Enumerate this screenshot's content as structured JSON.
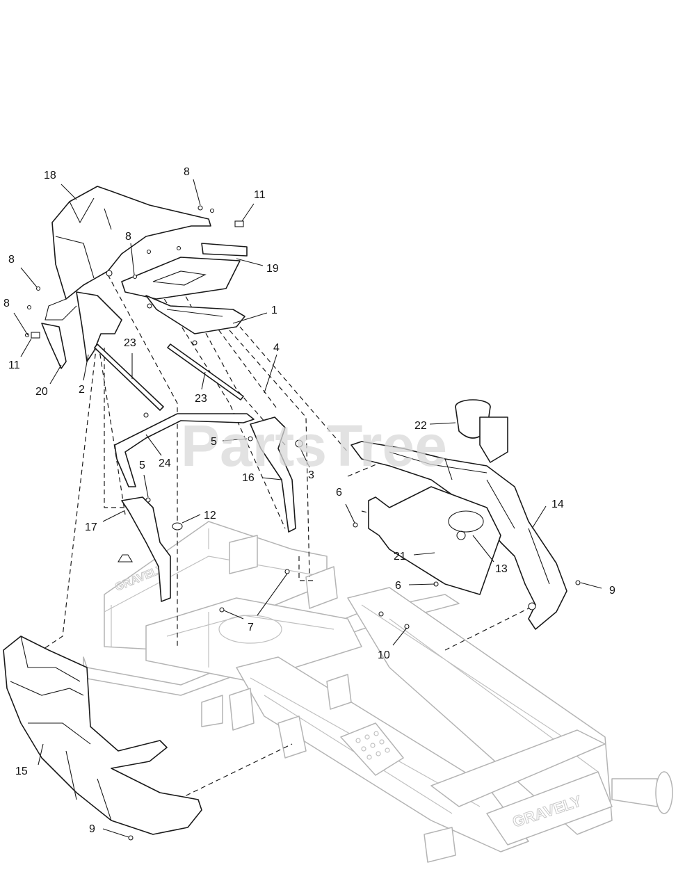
{
  "watermark": "PartsTree",
  "frame_brand_rear": "GRAVELY",
  "frame_brand_front": "GRAVELY",
  "callouts": [
    {
      "id": "c18a",
      "label": "18"
    },
    {
      "id": "c8a",
      "label": "8"
    },
    {
      "id": "c11a",
      "label": "11"
    },
    {
      "id": "c8b",
      "label": "8"
    },
    {
      "id": "c19",
      "label": "19"
    },
    {
      "id": "c8c",
      "label": "8"
    },
    {
      "id": "c1",
      "label": "1"
    },
    {
      "id": "c8d",
      "label": "8"
    },
    {
      "id": "c11b",
      "label": "11"
    },
    {
      "id": "c20",
      "label": "20"
    },
    {
      "id": "c2",
      "label": "2"
    },
    {
      "id": "c23a",
      "label": "23"
    },
    {
      "id": "c23b",
      "label": "23"
    },
    {
      "id": "c4",
      "label": "4"
    },
    {
      "id": "c22",
      "label": "22"
    },
    {
      "id": "c5a",
      "label": "5"
    },
    {
      "id": "c24",
      "label": "24"
    },
    {
      "id": "c3",
      "label": "3"
    },
    {
      "id": "c16",
      "label": "16"
    },
    {
      "id": "c5b",
      "label": "5"
    },
    {
      "id": "c6a",
      "label": "6"
    },
    {
      "id": "c14",
      "label": "14"
    },
    {
      "id": "c17",
      "label": "17"
    },
    {
      "id": "c12",
      "label": "12"
    },
    {
      "id": "c21",
      "label": "21"
    },
    {
      "id": "c13",
      "label": "13"
    },
    {
      "id": "c6b",
      "label": "6"
    },
    {
      "id": "c9a",
      "label": "9"
    },
    {
      "id": "c7",
      "label": "7"
    },
    {
      "id": "c10",
      "label": "10"
    },
    {
      "id": "c15",
      "label": "15"
    },
    {
      "id": "c9b",
      "label": "9"
    }
  ]
}
